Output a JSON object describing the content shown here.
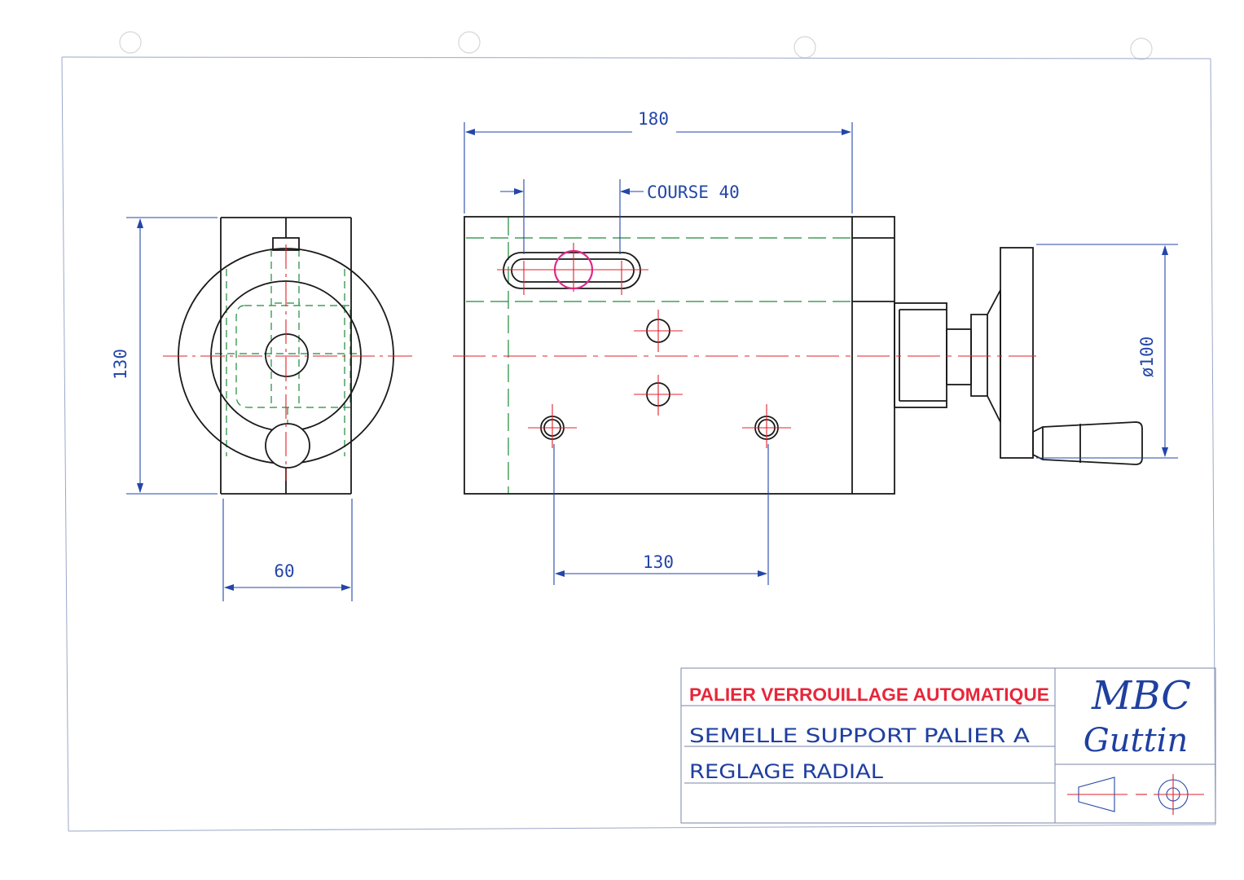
{
  "colors": {
    "outline": "#1a1a1a",
    "dimension": "#2346a8",
    "centerline": "#e0202c",
    "hidden": "#1d8a3a",
    "highlight": "#e02a8c",
    "title_red": "#e8263a",
    "title_blue": "#1f3fa0",
    "frame": "#9aa8c8"
  },
  "dimensions": {
    "overall_length": "180",
    "stroke_label": "COURSE 40",
    "height": "130",
    "width": "60",
    "hole_spacing": "130",
    "handwheel_diameter": "ø100"
  },
  "title_block": {
    "title": "PALIER VERROUILLAGE AUTOMATIQUE",
    "subtitle_line1": "SEMELLE SUPPORT PALIER A",
    "subtitle_line2": "REGLAGE RADIAL",
    "company_line1": "MBC",
    "company_line2": "Guttin",
    "projection_symbol": "first-angle-projection-icon"
  }
}
